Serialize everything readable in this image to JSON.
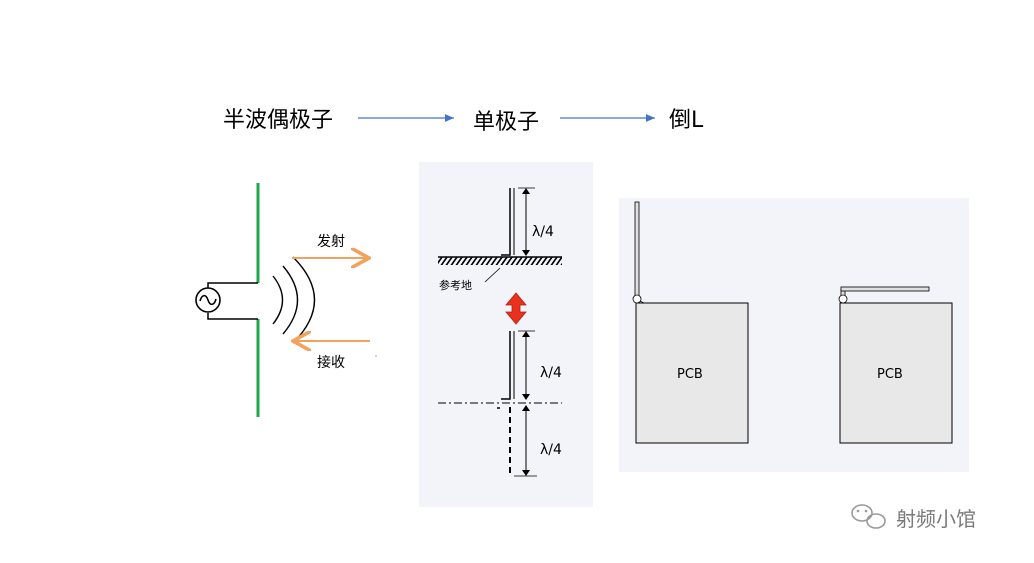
{
  "titles": {
    "half_wave_dipole": "半波偶极子",
    "monopole": "单极子",
    "inverted_l": "倒L"
  },
  "dipole": {
    "transmit_label": "发射",
    "receive_label": "接收",
    "source_symbol": "~",
    "colors": {
      "element": "#1fa84a",
      "arrow": "#f2a25c"
    }
  },
  "monopole": {
    "quarter_wave_top": "λ/4",
    "ground_label": "参考地",
    "quarter_wave_mid": "λ/4",
    "quarter_wave_bottom": "λ/4",
    "colors": {
      "exchange_arrow": "#e8321e"
    }
  },
  "inverted_l": {
    "pcb_left": "PCB",
    "pcb_right": "PCB"
  },
  "watermark": {
    "text": "射频小馆"
  },
  "colors": {
    "flow_arrow": "#4472c4",
    "panel_bg": "#f3f4f9"
  }
}
